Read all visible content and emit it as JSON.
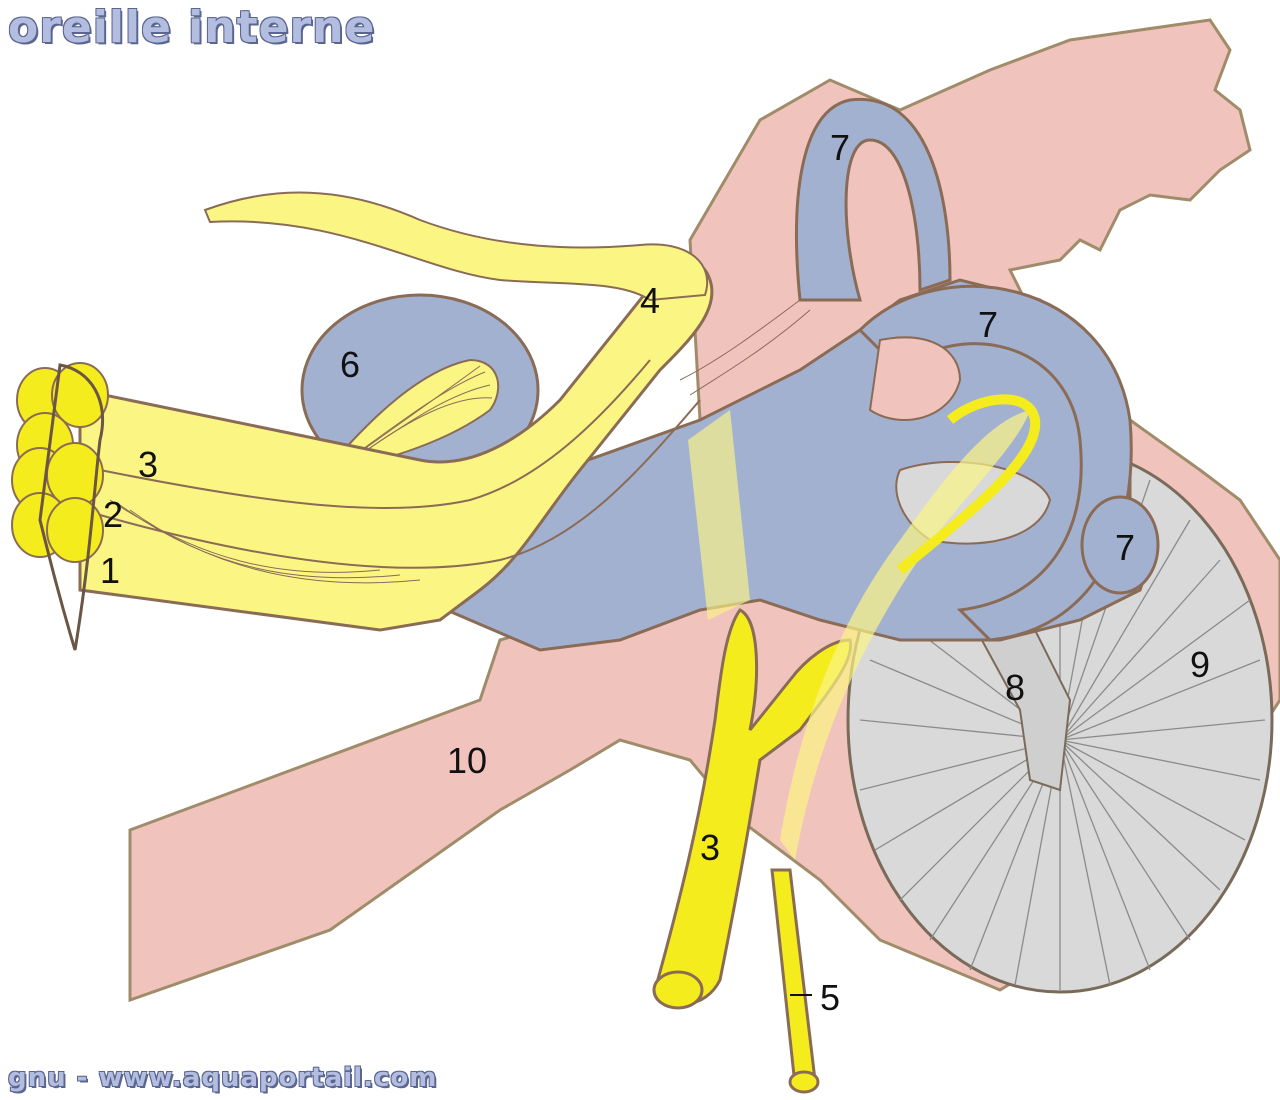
{
  "title": "oreille interne",
  "credit": "gnu - www.aquaportail.com",
  "labels": {
    "l1": "1",
    "l2": "2",
    "l3_left": "3",
    "l3_bottom": "3",
    "l4": "4",
    "l5": "5",
    "l6": "6",
    "l7_top": "7",
    "l7_mid": "7",
    "l7_right": "7",
    "l8": "8",
    "l9": "9",
    "l10": "10"
  },
  "colors": {
    "bone": "#f0c4bc",
    "labyrinth": "#a3b1d1",
    "nerve": "#fbf584",
    "nerve_bright": "#f5ec1e",
    "tympan": "#d9d9d9",
    "outline": "#8a6b55"
  }
}
